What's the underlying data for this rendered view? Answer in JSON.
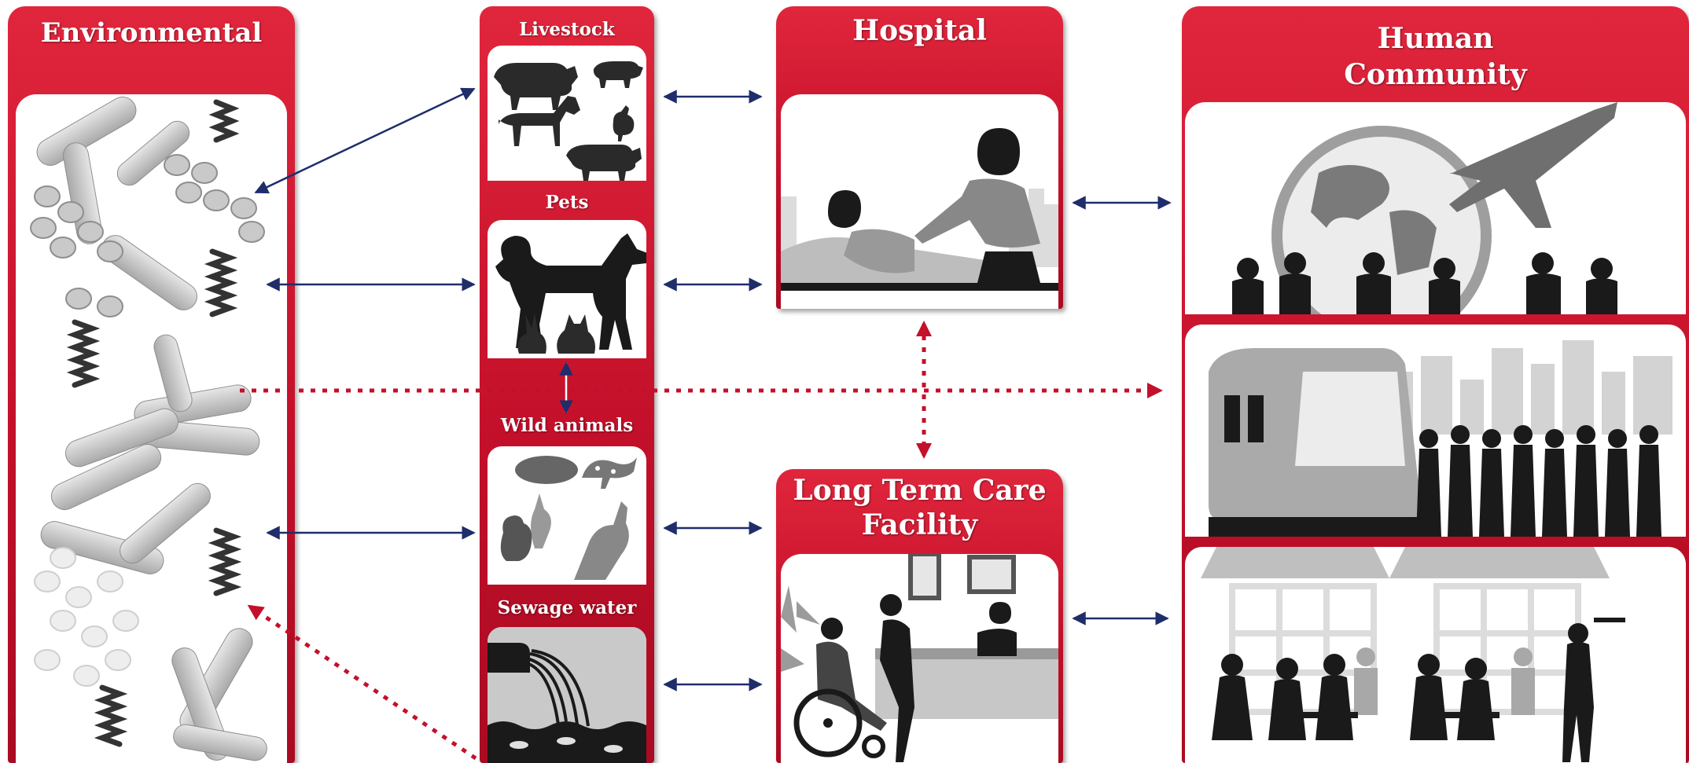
{
  "panels": {
    "environmental": {
      "title": "Environmental"
    },
    "animals": {
      "livestock": "Livestock",
      "pets": "Pets",
      "wild": "Wild animals",
      "sewage": "Sewage water"
    },
    "hospital": {
      "title": "Hospital"
    },
    "ltc": {
      "title_line1": "Long Term Care",
      "title_line2": "Facility"
    },
    "human": {
      "title_line1": "Human",
      "title_line2": "Community"
    }
  },
  "colors": {
    "panel_red": "#c4102a",
    "arrow_navy": "#1f2d6b",
    "dotted_red": "#c4102a"
  },
  "icons": {
    "environmental": "bacteria-and-dna-icon",
    "livestock": "farm-animals-icon",
    "pets": "dog-cat-rabbit-icon",
    "wild": "wild-animals-icon",
    "sewage": "sewage-pipe-icon",
    "hospital": "nurse-patient-icon",
    "ltc": "wheelchair-reception-icon",
    "community_global": "globe-airplane-icon",
    "community_transit": "train-crowd-icon",
    "community_cafe": "cafe-people-icon"
  }
}
